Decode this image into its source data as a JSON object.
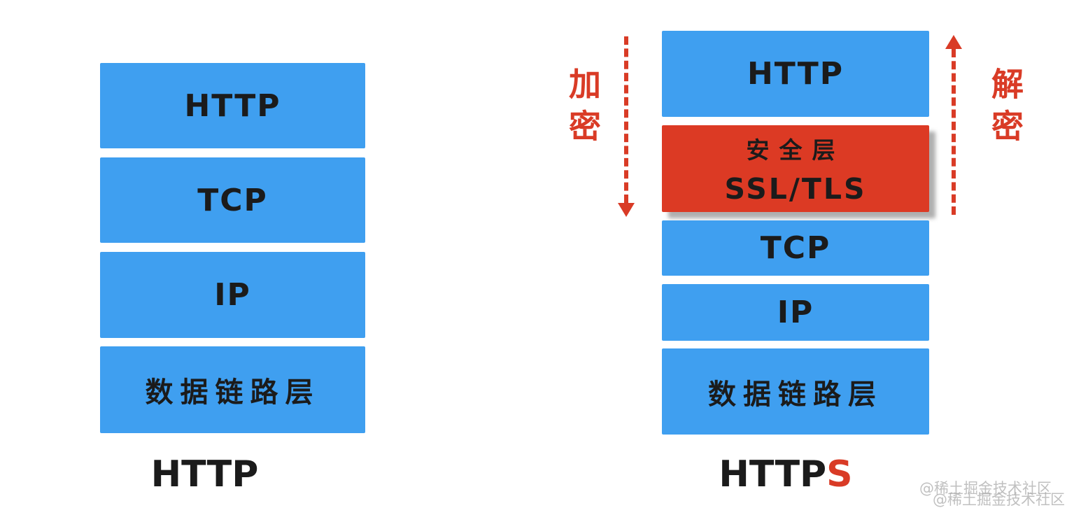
{
  "colors": {
    "layer_blue": "#3F9FF0",
    "layer_red": "#DC3A24",
    "annotation_red": "#D93B26",
    "text_black": "#1B1B1B",
    "watermark_gray": "#ABABAB"
  },
  "left_stack": {
    "title": "HTTP",
    "layers": [
      {
        "label": "HTTP"
      },
      {
        "label": "TCP"
      },
      {
        "label": "IP"
      },
      {
        "label": "数据链路层"
      }
    ]
  },
  "right_stack": {
    "title_main": "HTTP",
    "title_suffix": "S",
    "layers": [
      {
        "label": "HTTP"
      },
      {
        "label_line1": "安全层",
        "label_line2": "SSL/TLS"
      },
      {
        "label": "TCP"
      },
      {
        "label": "IP"
      },
      {
        "label": "数据链路层"
      }
    ]
  },
  "annotations": {
    "encrypt": "加密",
    "decrypt": "解密"
  },
  "watermark": {
    "line1": "@稀土掘金技术社区",
    "line2": "@稀土掘金技术社区"
  }
}
